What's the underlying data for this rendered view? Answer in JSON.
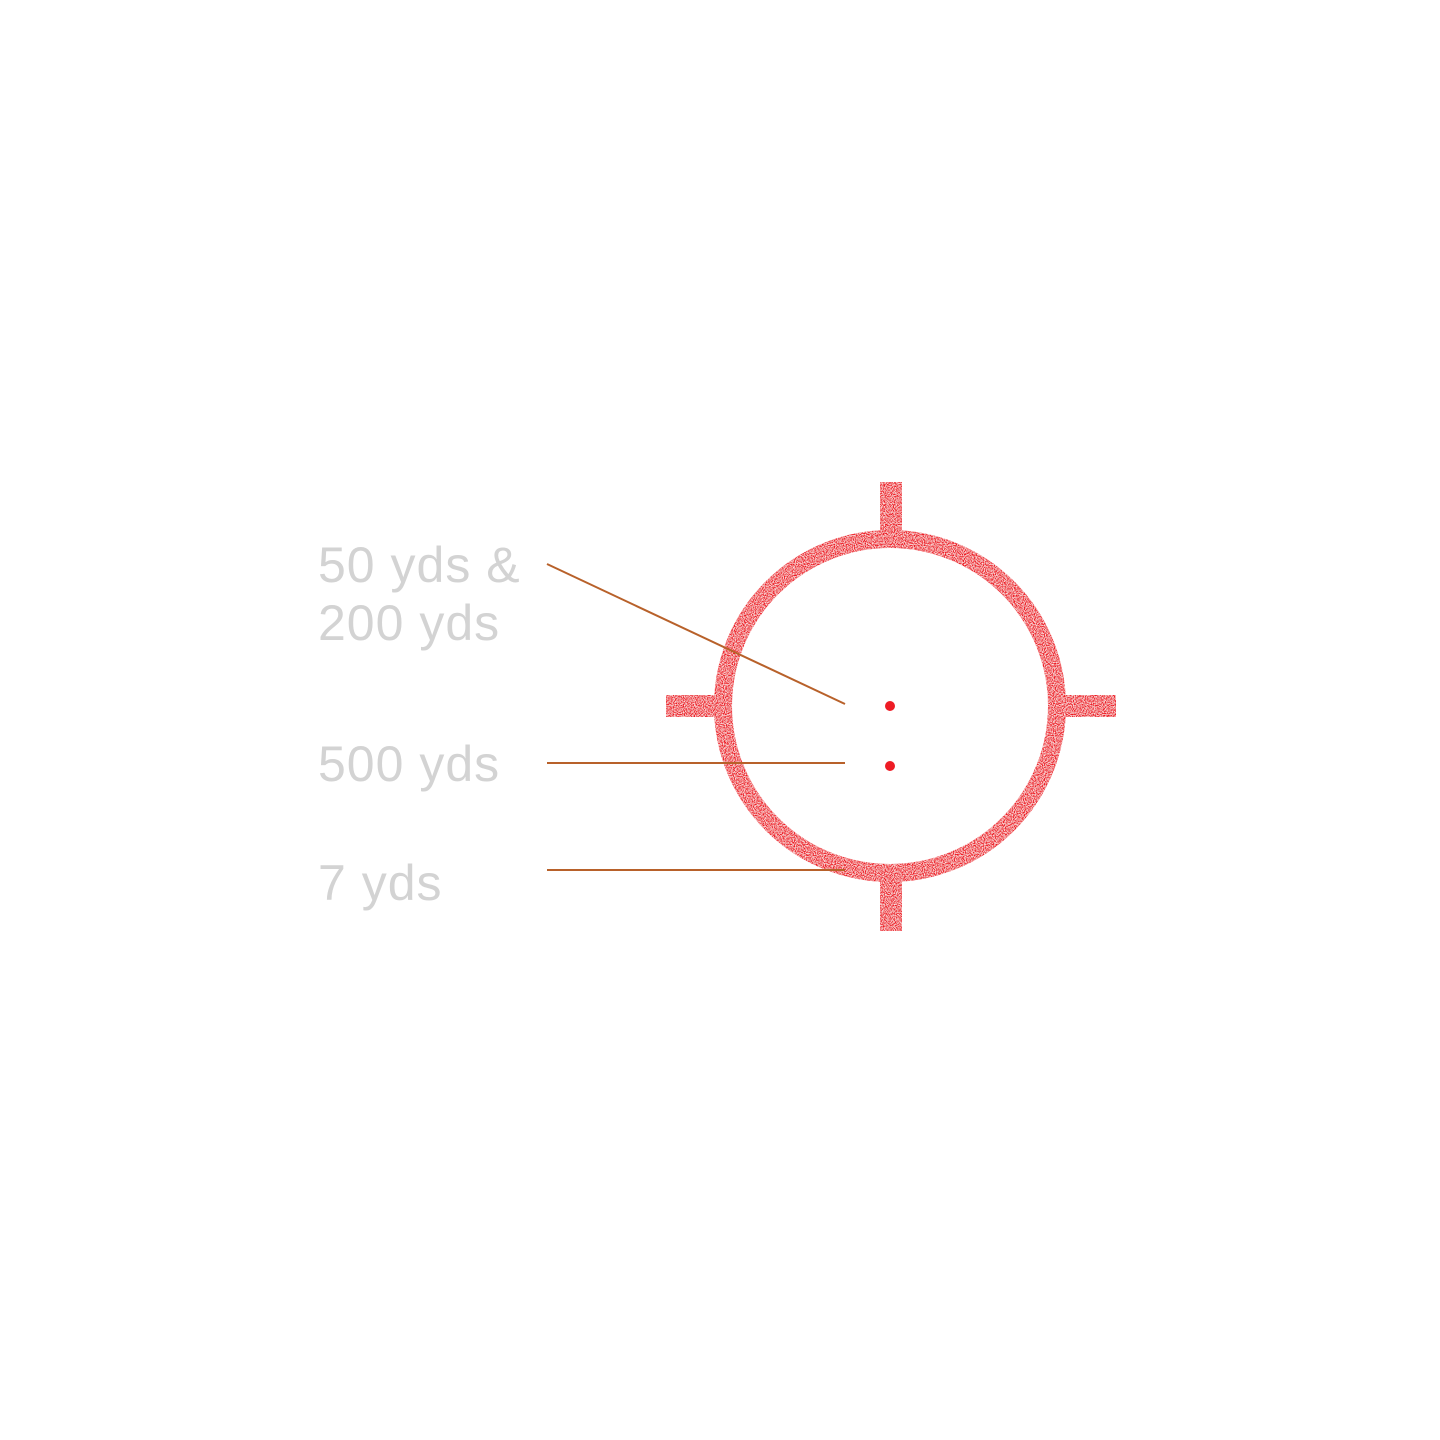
{
  "labels": {
    "top_line1": "50 yds &",
    "top_line2": "200 yds",
    "middle": "500 yds",
    "bottom": "7 yds"
  },
  "colors": {
    "reticle": "#ee1c25",
    "leader": "#b8612a",
    "label": "#d3d3d3"
  }
}
